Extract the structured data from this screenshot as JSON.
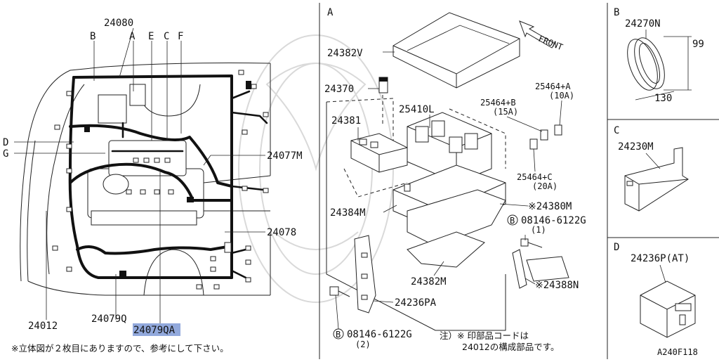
{
  "diagram": {
    "callouts": {
      "c24080": "24080",
      "cB": "B",
      "cA": "A",
      "cE": "E",
      "cC": "C",
      "cF": "F",
      "cD": "D",
      "cG": "G",
      "c24077M": "24077M",
      "c24078": "24078",
      "c24012": "24012",
      "c24079Q": "24079Q",
      "c24079QA": "24079QA"
    },
    "footnote_left": "※立体図が２枚目にありますので、参考にして下さい。",
    "section_a": {
      "title": "A",
      "front_label": "FRONT",
      "parts": {
        "p24382V": "24382V",
        "p24370": "24370",
        "p25410L": "25410L",
        "p24381": "24381",
        "p25464A": "25464+A",
        "p25464A_amp": "(10A)",
        "p25464B": "25464+B",
        "p25464B_amp": "(15A)",
        "p25464C": "25464+C",
        "p25464C_amp": "(20A)",
        "p24384M": "24384M",
        "p24380M": "※24380M",
        "p08146_1": "08146-6122G",
        "p08146_1_qty": "(1)",
        "p24382M": "24382M",
        "p24388N": "※24388N",
        "p24236PA": "24236PA",
        "p08146_2": "08146-6122G",
        "p08146_2_qty": "(2)",
        "bolt_mark": "B"
      },
      "note_line1": "注）※ 印部品コードは",
      "note_line2": "24012の構成部品です。"
    },
    "section_b": {
      "title": "B",
      "part": "24270N",
      "dim_h": "99",
      "dim_w": "130"
    },
    "section_c": {
      "title": "C",
      "part": "24230M"
    },
    "section_d": {
      "title": "D",
      "part": "24236P(AT)"
    },
    "figure_code": "A240F118"
  }
}
